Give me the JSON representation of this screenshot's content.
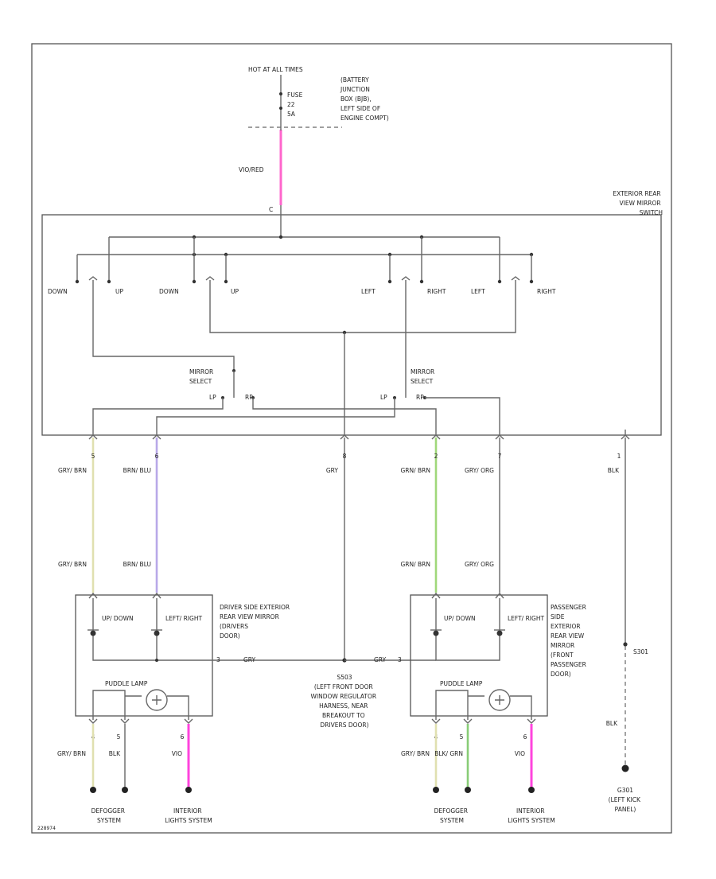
{
  "header": {
    "power_source": "HOT AT ALL TIMES",
    "fuse_label": "FUSE",
    "fuse_number": "22",
    "fuse_amps": "5A",
    "fuse_box": [
      "(BATTERY",
      "JUNCTION",
      "BOX (BJB),",
      "LEFT SIDE OF",
      "ENGINE COMPT)"
    ]
  },
  "feed_wire": {
    "color_code": "VIO/RED",
    "color": "#ff66cc"
  },
  "switch": {
    "name": [
      "EXTERIOR REAR",
      "VIEW MIRROR",
      "SWITCH"
    ],
    "contact_labels": [
      "DOWN",
      "UP",
      "DOWN",
      "UP",
      "LEFT",
      "RIGHT",
      "LEFT",
      "RIGHT"
    ],
    "selector_label": [
      "MIRROR",
      "SELECT"
    ],
    "selector_positions": [
      "LP",
      "RP"
    ]
  },
  "pins": [
    {
      "pin": "5",
      "wire": "GRY/ BRN",
      "color": "#e0e0b0"
    },
    {
      "pin": "6",
      "wire": "BRN/ BLU",
      "color": "#b8a8e8"
    },
    {
      "pin": "8",
      "wire": "GRY",
      "color": "#999999"
    },
    {
      "pin": "2",
      "wire": "GRN/ BRN",
      "color": "#a0d87a"
    },
    {
      "pin": "7",
      "wire": "GRY/ ORG",
      "color": "#999999"
    },
    {
      "pin": "1",
      "wire": "BLK",
      "color": "#999999"
    }
  ],
  "driver_mirror": {
    "name": [
      "DRIVER SIDE EXTERIOR",
      "REAR VIEW MIRROR",
      "(DRIVERS",
      "DOOR)"
    ],
    "motor_labels": [
      "UP/ DOWN",
      "LEFT/ RIGHT"
    ],
    "common_label": "GRY",
    "lamp_label": "PUDDLE LAMP",
    "bottom_pins": [
      "4",
      "5",
      "6"
    ],
    "bottom_wires": [
      "GRY/ BRN",
      "BLK",
      "VIO"
    ]
  },
  "passenger_mirror": {
    "name": [
      "PASSENGER",
      "SIDE",
      "EXTERIOR",
      "REAR VIEW",
      "MIRROR",
      "(FRONT",
      "PASSENGER",
      "DOOR)"
    ],
    "motor_labels": [
      "UP/ DOWN",
      "LEFT/ RIGHT"
    ],
    "common_label": "GRY",
    "lamp_label": "PUDDLE LAMP",
    "bottom_pins": [
      "4",
      "5",
      "6"
    ],
    "bottom_wires": [
      "GRY/ BRN",
      "BLK/ GRN",
      "VIO"
    ]
  },
  "splice": {
    "id": "S503",
    "description": [
      "(LEFT FRONT DOOR",
      "WINDOW REGULATOR",
      "HARNESS, NEAR",
      "BREAKOUT TO",
      "DRIVERS DOOR)"
    ]
  },
  "ground_splice": {
    "id": "S301",
    "wire": "BLK"
  },
  "ground": {
    "id": "G301",
    "location": [
      "(LEFT KICK",
      "PANEL)"
    ]
  },
  "destinations": {
    "defogger_left": [
      "DEFOGGER",
      "SYSTEM"
    ],
    "interior_left": [
      "INTERIOR",
      "LIGHTS SYSTEM"
    ],
    "defogger_right": [
      "DEFOGGER",
      "SYSTEM"
    ],
    "interior_right": [
      "INTERIOR",
      "LIGHTS SYSTEM"
    ]
  },
  "wire_colors": {
    "feed": "#ff66cc",
    "gry_brn": "#e0e0b0",
    "brn_blu": "#b8a8e8",
    "grn_brn": "#a0d87a",
    "vio": "#ff44dd",
    "blk_grn": "#88cc77"
  },
  "figure_id": "228974"
}
